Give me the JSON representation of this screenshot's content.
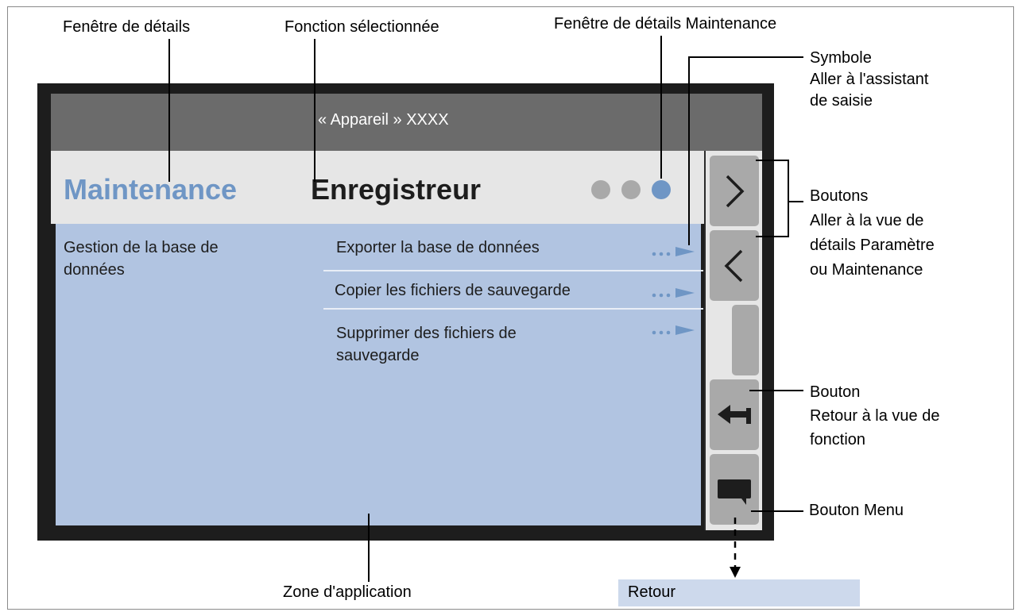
{
  "labels": {
    "detail_window": "Fenêtre de détails",
    "selected_function": "Fonction sélectionnée",
    "maintenance_window": "Fenêtre de détails Maintenance",
    "symbol": [
      "Symbole",
      "Aller à l'assistant",
      "de saisie"
    ],
    "buttons": [
      "Boutons",
      "Aller à la vue de",
      "détails Paramètre",
      "ou Maintenance"
    ],
    "button_back": [
      "Bouton",
      "Retour à la vue de",
      "fonction"
    ],
    "button_menu": "Bouton Menu",
    "app_zone": "Zone d'application",
    "retour": "Retour"
  },
  "screen": {
    "device_title": "« Appareil »  XXXX",
    "title_category": "Maintenance",
    "title_function": "Enregistreur",
    "page_dots": [
      "inactive",
      "inactive",
      "active"
    ],
    "left_text": [
      "Gestion de la base de",
      "données"
    ],
    "menu_items": [
      {
        "lines": [
          "Exporter la base de données"
        ]
      },
      {
        "lines": [
          "Copier les fichiers de sauvegarde"
        ]
      },
      {
        "lines": [
          "Supprimer des fichiers de",
          "sauvegarde"
        ]
      }
    ],
    "side_buttons": [
      "chevron-right-icon",
      "chevron-left-icon",
      "scroll-track",
      "return-arrow-icon",
      "speech-bubble-icon"
    ]
  },
  "colors": {
    "accent_blue": "#6f96c5",
    "app_area": "#b1c4e1",
    "header_bg": "#e6e6e6",
    "title_bar": "#6b6b6b",
    "device_frame": "#1d1d1d",
    "button_gray": "#a9a9a9",
    "dot_inactive": "#a9a9a9",
    "retour_bg": "#cdd9ec"
  }
}
